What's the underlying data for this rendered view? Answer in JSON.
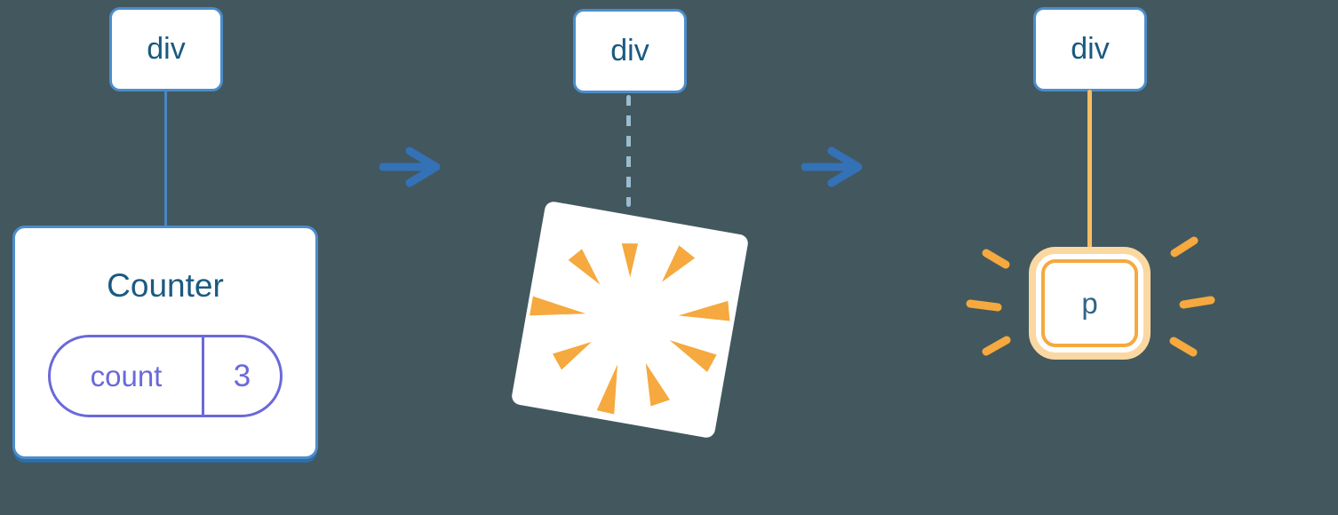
{
  "colors": {
    "background": "#42585e",
    "node_border": "#4c8dcb",
    "node_text": "#1a5a80",
    "card_shadow": "#2e6da7",
    "state_purple": "#6a69da",
    "arrow_blue": "#3471b7",
    "edge_solid": "#4887c6",
    "edge_dashed": "#9cbccf",
    "edge_orange": "#f9bc66",
    "orange": "#f5a93e",
    "orange_light": "#fbd8a2",
    "p_text": "#2f6588"
  },
  "stages": [
    {
      "root_label": "div",
      "component": {
        "title": "Counter",
        "state_key": "count",
        "state_value": "3"
      }
    },
    {
      "root_label": "div"
    },
    {
      "root_label": "div",
      "child_label": "p"
    }
  ],
  "icons": {
    "transition_arrow": "right-arrow-stroke",
    "poof": "rotated-card-with-radial-burst",
    "sparkles": "six-radial-dashes"
  }
}
